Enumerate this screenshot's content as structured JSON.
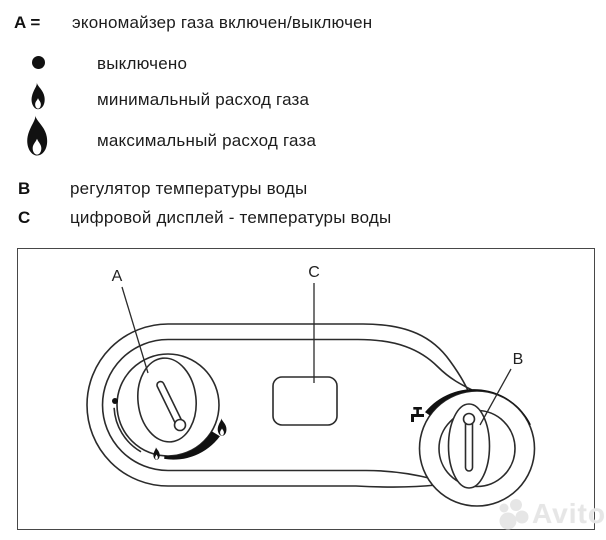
{
  "legend": {
    "rows": [
      {
        "key": "A =",
        "icon": null,
        "text": "экономайзер газа включен/выключен"
      },
      {
        "key": "",
        "icon": "dot",
        "text": "выключено"
      },
      {
        "key": "",
        "icon": "flame-small",
        "text": "минимальный расход газа"
      },
      {
        "key": "",
        "icon": "flame-large",
        "text": "максимальный расход газа"
      },
      {
        "key": "B",
        "icon": null,
        "text": "регулятор температуры воды"
      },
      {
        "key": "C",
        "icon": null,
        "text": "цифровой дисплей - температуры воды"
      }
    ]
  },
  "diagram": {
    "label_a": "A",
    "label_b": "B",
    "label_c": "C"
  },
  "watermark": {
    "text": "Avito"
  },
  "colors": {
    "ink": "#1a1a1a",
    "line": "#2b2b2b",
    "watermark": "#e6e6e6",
    "background": "#ffffff"
  }
}
